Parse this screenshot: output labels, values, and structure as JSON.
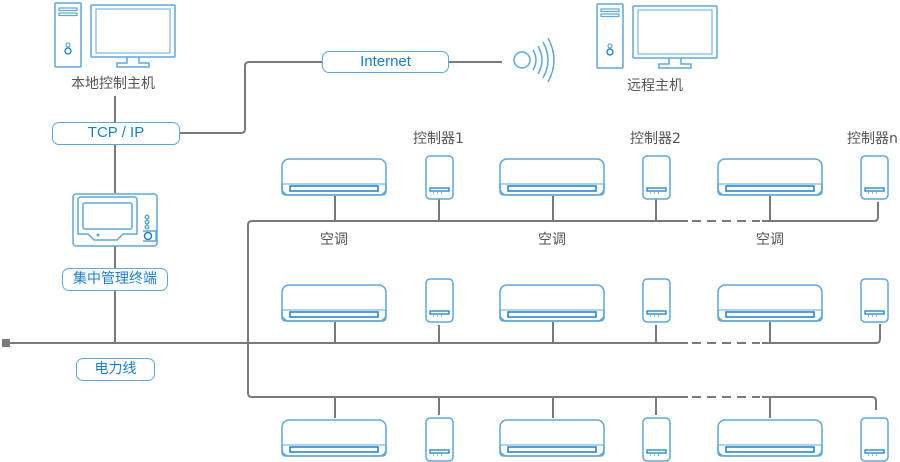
{
  "colors": {
    "icon_stroke": "#5ea7d8",
    "icon_accent": "#1a7fc8",
    "line": "#7a7a7a",
    "label_text": "#555555",
    "pill_text": "#1a7fc8"
  },
  "nodes": {
    "local_host": {
      "label": "本地控制主机",
      "icon": "desktop-computer-icon"
    },
    "remote_host": {
      "label": "远程主机",
      "icon": "desktop-computer-icon"
    },
    "internet": {
      "label": "Internet"
    },
    "wireless": {
      "icon": "wireless-signal-icon"
    },
    "tcp_ip": {
      "label": "TCP / IP"
    },
    "terminal": {
      "label": "集中管理终端",
      "icon": "touch-panel-icon"
    },
    "power_line": {
      "label": "电力线"
    }
  },
  "rows": {
    "controller_labels": [
      "控制器1",
      "控制器2",
      "控制器n"
    ],
    "ac_labels": [
      "空调",
      "空调",
      "空调"
    ]
  }
}
